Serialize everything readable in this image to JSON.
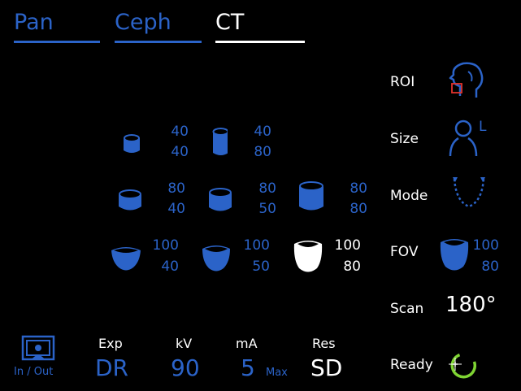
{
  "colors": {
    "accent": "#2b63c8",
    "active": "#ffffff",
    "ready": "#7fd433",
    "roi_box": "#e0322c"
  },
  "tabs": [
    {
      "label": "Pan",
      "active": false
    },
    {
      "label": "Ceph",
      "active": false
    },
    {
      "label": "CT",
      "active": true
    }
  ],
  "fov_options": [
    {
      "top": "40",
      "bottom": "40",
      "icon": "small-cylinder-icon",
      "selected": false
    },
    {
      "top": "40",
      "bottom": "80",
      "icon": "tall-cylinder-icon",
      "selected": false
    },
    {
      "top": "80",
      "bottom": "40",
      "icon": "wide-cylinder-icon",
      "selected": false
    },
    {
      "top": "80",
      "bottom": "50",
      "icon": "wide-cylinder-icon",
      "selected": false
    },
    {
      "top": "80",
      "bottom": "80",
      "icon": "wide-tall-cylinder-icon",
      "selected": false
    },
    {
      "top": "100",
      "bottom": "40",
      "icon": "arch-volume-icon",
      "selected": false
    },
    {
      "top": "100",
      "bottom": "50",
      "icon": "arch-volume-icon",
      "selected": false
    },
    {
      "top": "100",
      "bottom": "80",
      "icon": "arch-volume-icon",
      "selected": true
    }
  ],
  "side": {
    "roi_label": "ROI",
    "size_label": "Size",
    "size_value": "L",
    "mode_label": "Mode",
    "fov_label": "FOV",
    "fov_top": "100",
    "fov_bottom": "80",
    "scan_label": "Scan",
    "scan_value": "180°",
    "ready_label": "Ready"
  },
  "bottom": {
    "inout_label": "In / Out",
    "exp_label": "Exp",
    "exp_value": "DR",
    "kv_label": "kV",
    "kv_value": "90",
    "ma_label": "mA",
    "ma_value": "5",
    "ma_suffix": "Max",
    "res_label": "Res",
    "res_value": "SD"
  }
}
